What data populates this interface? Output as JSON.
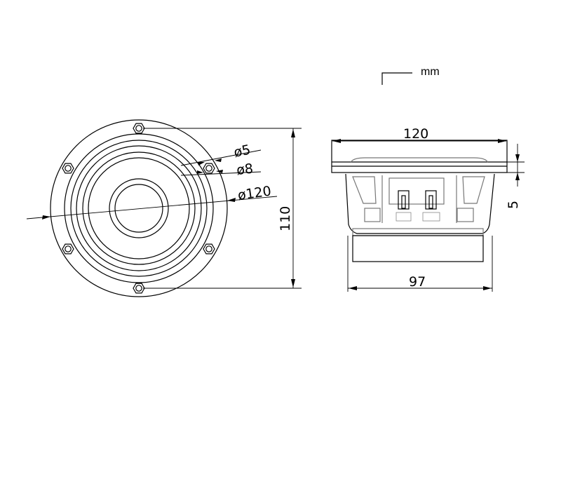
{
  "drawing": {
    "unit_label": "mm",
    "front_view": {
      "dim_hole_inner": "ø5",
      "dim_hole_outer": "ø8",
      "dim_frame_diameter": "ø120",
      "dim_height": "110"
    },
    "side_view": {
      "dim_frame_width": "120",
      "dim_flange_thickness": "5",
      "dim_magnet_width": "97"
    }
  }
}
